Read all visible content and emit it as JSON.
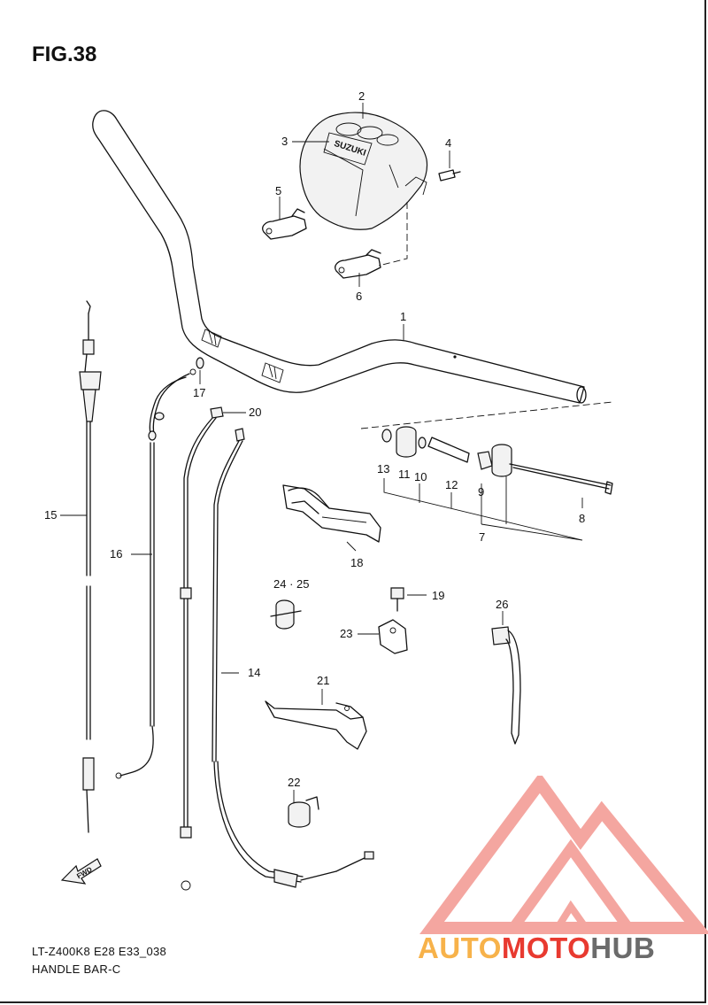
{
  "figure": {
    "title": "FIG.38",
    "code": "LT-Z400K8 E28 E33_038",
    "name": "HANDLE BAR-C"
  },
  "callouts": {
    "c1": "1",
    "c2": "2",
    "c3": "3",
    "c4": "4",
    "c5": "5",
    "c6": "6",
    "c7": "7",
    "c8": "8",
    "c9": "9",
    "c10": "10",
    "c11": "11",
    "c12": "12",
    "c13": "13",
    "c14": "14",
    "c15": "15",
    "c16": "16",
    "c17": "17",
    "c18": "18",
    "c19": "19",
    "c20": "20",
    "c21": "21",
    "c22": "22",
    "c23": "23",
    "c24_25": "24 · 25",
    "c26": "26"
  },
  "cover_logo": "SUZUKI",
  "fwd_label": "FWD",
  "watermark": {
    "part_a": "AUTO",
    "part_b": "MOTO",
    "part_c": "HUB",
    "red": "#e83a30",
    "yellow": "#f7b24a",
    "gray": "#6b6b6b"
  }
}
